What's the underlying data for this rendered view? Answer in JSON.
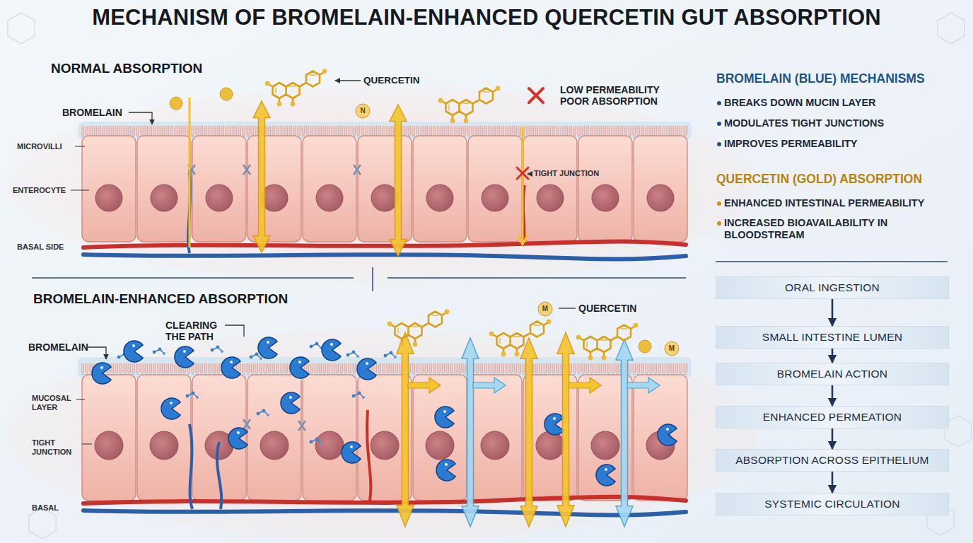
{
  "diagram": {
    "title": "MECHANISM OF BROMELAIN-ENHANCED QUERCETIN GUT ABSORPTION",
    "nodes": [
      {
        "text": [
          "ORAL INGESTION"
        ]
      },
      {
        "text": [
          "SMALL INTESTINE LUMEN"
        ]
      },
      {
        "text": [
          "BROMELAIN ACTION"
        ]
      },
      {
        "text": [
          "ENHANCED PERMEATION"
        ]
      },
      {
        "text": [
          "ABSORPTION ACROSS EPITHELIUM"
        ]
      },
      {
        "text": [
          "SYSTEMIC CIRCULATION"
        ]
      }
    ],
    "edges": [
      {
        "from": 0,
        "to": 1,
        "arrow": "to"
      },
      {
        "from": 1,
        "to": 2,
        "arrow": "to"
      },
      {
        "from": 2,
        "to": 3,
        "arrow": "to"
      },
      {
        "from": 3,
        "to": 4,
        "arrow": "to"
      },
      {
        "from": 4,
        "to": 5,
        "arrow": "to"
      }
    ],
    "labels": [
      "NORMAL ABSORPTION",
      "QUERCETIN",
      "LOW PERMEABILITY POOR ABSORPTION",
      "BROMELAIN",
      "N",
      "MICROVILLI",
      "TIGHT JUNCTION",
      "ENTEROCYTE",
      "BASAL SIDE",
      "BROMELAIN-ENHANCED ABSORPTION",
      "QUERCETIN",
      "CLEARING THE PATH",
      "BROMELAIN",
      "M",
      "M",
      "MUCOSAL LAYER",
      "TIGHT JUNCTION",
      "BASAL",
      "BROMELAIN (BLUE) MECHANISMS",
      "BREAKS DOWN MUCIN LAYER",
      "MODULATES TIGHT JUNCTIONS",
      "IMPROVES PERMEABILITY",
      "QUERCETIN (GOLD) ABSORPTION",
      "ENHANCED INTESTINAL PERMEABILITY",
      "INCREASED BIOAVAILABILITY IN BLOODSTREAM"
    ]
  }
}
